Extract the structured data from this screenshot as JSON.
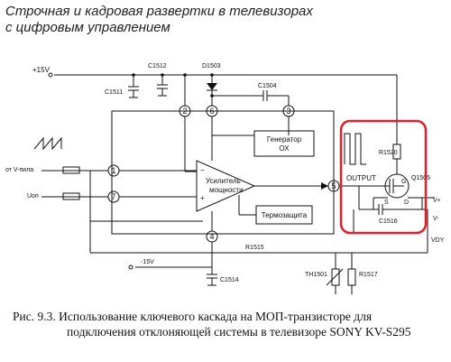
{
  "header": {
    "line1": "Строчная и кадровая развертки в телевизорах",
    "line2": "с цифровым управлением"
  },
  "labels": {
    "v15p": "+15V",
    "v15n": "-15V",
    "c1511": "C1511",
    "c1512": "C1512",
    "d1503": "D1503",
    "c1504": "C1504",
    "c1514": "C1514",
    "c1516": "C1516",
    "r1520": "R1520",
    "r1515": "R1515",
    "r1517": "R1517",
    "th1501": "TH1501",
    "q1505": "Q1505",
    "output": "OUTPUT",
    "gen_line1": "Генератор",
    "gen_line2": "ОХ",
    "amp_line1": "Усилитель",
    "amp_line2": "мощности",
    "thermo": "Термозащита",
    "v_saw": "от V-пила",
    "u_ref": "Uоп",
    "v_plus": "V+",
    "v_minus": "V-",
    "v_dy": "VDY",
    "pin_g": "G",
    "pin_s": "S",
    "pin_d": "D",
    "amp_minus": "−",
    "amp_plus": "+"
  },
  "nodes": {
    "n1": "1",
    "n2": "2",
    "n3": "3",
    "n4": "4",
    "n5": "5",
    "n6": "6",
    "n7": "7"
  },
  "caption": {
    "line1": "Рис.  9.3.   Использование ключевого каскада на МОП-транзисторе для",
    "line2": "подключения отклоняющей системы в телевизоре SONY KV-S295"
  },
  "colors": {
    "highlight": "#e0202a",
    "ink": "#111111"
  }
}
